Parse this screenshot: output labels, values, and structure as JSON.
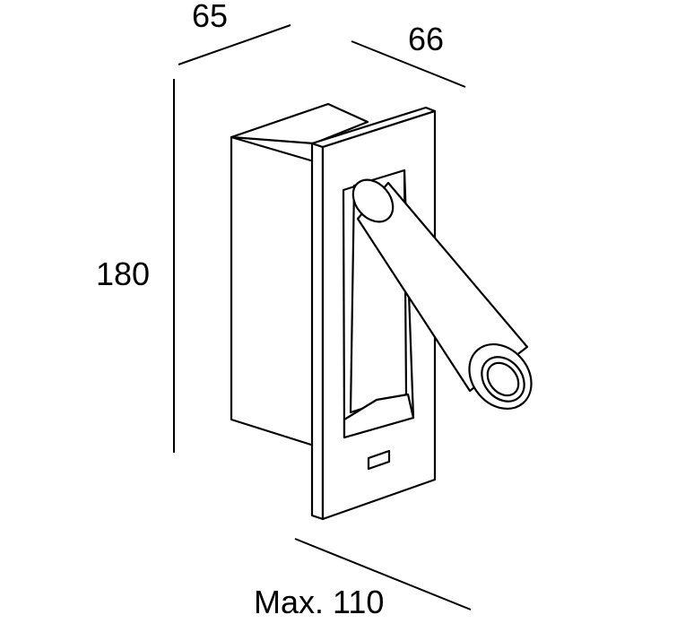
{
  "dimensions": {
    "depth_label": "65",
    "width_label": "66",
    "height_label": "180",
    "reading_arm_label": "Max. 110"
  },
  "colors": {
    "stroke": "#000000",
    "fill": "#ffffff"
  }
}
